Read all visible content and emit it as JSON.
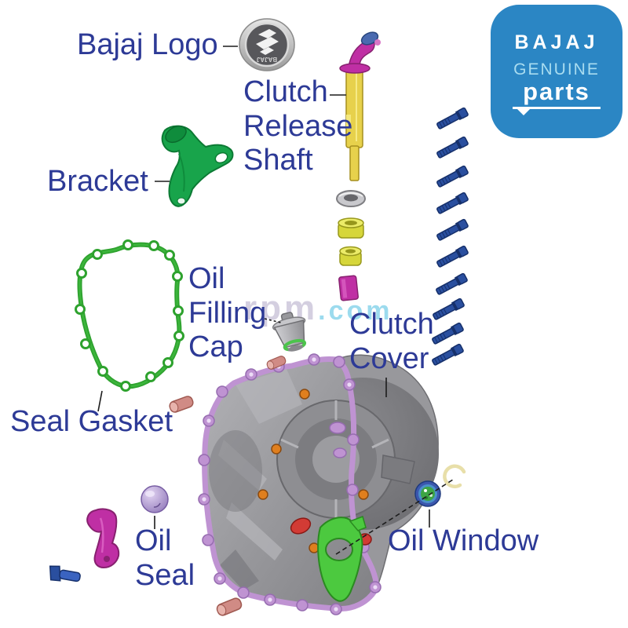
{
  "title": "Bajaj Clutch Cover Exploded Parts Diagram",
  "labels": {
    "bajaj_logo": "Bajaj Logo",
    "clutch_release_shaft": "Clutch\nRelease\nShaft",
    "bracket": "Bracket",
    "oil_filling_cap": "Oil\nFilling\nCap",
    "seal_gasket": "Seal Gasket",
    "clutch_cover": "Clutch\nCover",
    "oil_seal": "Oil\nSeal",
    "oil_window": "Oil Window"
  },
  "badge": {
    "brand": "BAJAJ",
    "genuine": "GENUINE",
    "parts": "parts"
  },
  "watermark": {
    "gray": "rpm",
    "cyan": ".com"
  },
  "colors": {
    "label_text": "#2d3a96",
    "badge_bg": "#2b86c4",
    "badge_genuine_text": "#a8dcf0",
    "watermark_gray": "#c6bfd6",
    "watermark_cyan": "#7ccfe9",
    "bracket_green": "#18a44b",
    "gasket_green": "#3cb53c",
    "shaft_yellow": "#e7d14c",
    "lever_magenta": "#bf2fa4",
    "bolt_blue": "#2a4f9f",
    "pin_pink": "#d08b85",
    "cover_gray": "#98989c",
    "drum_gray": "#747478",
    "rim_purple": "#bf93d2",
    "oil_seal_lavender": "#a58fc9",
    "oil_window_blue": "#3c57ae",
    "oil_window_green": "#3da544",
    "circlip_cream": "#e8dfa9",
    "screw_orange": "#e07f1e",
    "accent_red": "#d23b35"
  }
}
